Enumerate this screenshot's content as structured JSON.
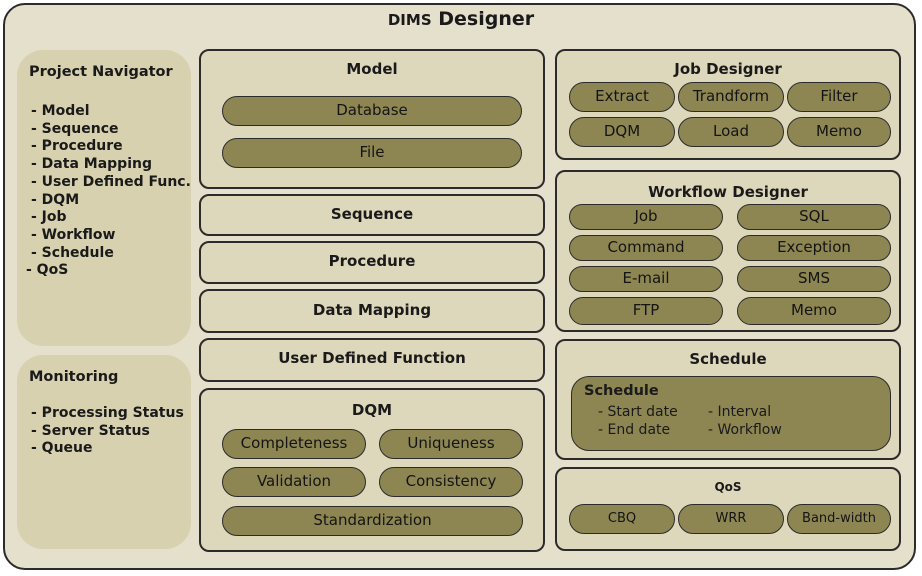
{
  "title": {
    "main_prefix": "DIMS",
    "main_suffix": "Designer"
  },
  "project_navigator": {
    "title": "Project Navigator",
    "items": [
      "- Model",
      "- Sequence",
      "- Procedure",
      "- Data Mapping",
      "- User Defined Func.",
      "- DQM",
      "- Job",
      "- Workflow",
      "- Schedule"
    ],
    "last_item": "- QoS"
  },
  "monitoring": {
    "title": "Monitoring",
    "items": [
      "- Processing Status",
      "- Server Status",
      "- Queue"
    ]
  },
  "model": {
    "title": "Model",
    "items": [
      "Database",
      "File"
    ]
  },
  "sequence": {
    "title": "Sequence"
  },
  "procedure": {
    "title": "Procedure"
  },
  "data_mapping": {
    "title": "Data Mapping"
  },
  "udf": {
    "title": "User Defined Function"
  },
  "dqm": {
    "title": "DQM",
    "items": [
      "Completeness",
      "Uniqueness",
      "Validation",
      "Consistency",
      "Standardization"
    ]
  },
  "job_designer": {
    "title": "Job Designer",
    "items": [
      "Extract",
      "Trandform",
      "Filter",
      "DQM",
      "Load",
      "Memo"
    ]
  },
  "workflow_designer": {
    "title": "Workflow Designer",
    "items": [
      "Job",
      "SQL",
      "Command",
      "Exception",
      "E-mail",
      "SMS",
      "FTP",
      "Memo"
    ]
  },
  "schedule": {
    "title": "Schedule",
    "inner_title": "Schedule",
    "items": [
      "- Start date",
      "- End date",
      "- Interval",
      "- Workflow"
    ]
  },
  "qos": {
    "title": "QoS",
    "items": [
      "CBQ",
      "WRR",
      "Band-width"
    ]
  },
  "colors": {
    "background": "#e4e0cc",
    "panel": "#d7d1af",
    "box": "#ddd7bb",
    "pill": "#8d8653",
    "border": "#2b2b2b"
  }
}
